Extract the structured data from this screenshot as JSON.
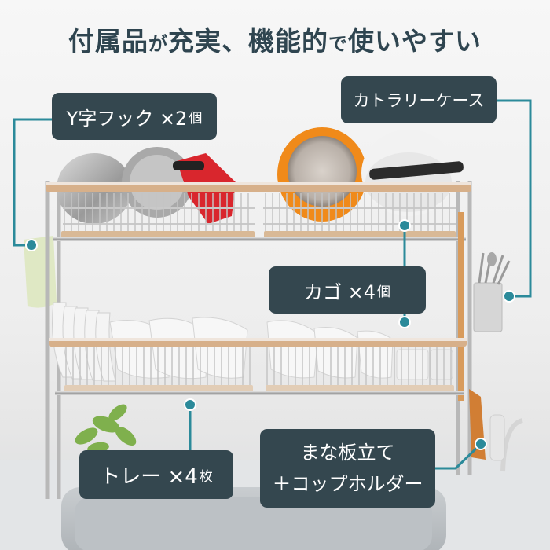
{
  "headline": {
    "part1": "付属品",
    "part2": "が",
    "part3": "充実、機能的",
    "part4": "で",
    "part5": "使いやすい"
  },
  "callouts": {
    "hook": {
      "label": "Y字フック ×2",
      "unit": "個"
    },
    "cutlery_case": {
      "label": "カトラリーケース"
    },
    "basket": {
      "label": "カゴ ×4",
      "unit": "個"
    },
    "tray": {
      "label": "トレー ×4",
      "unit": "枚"
    },
    "board_stand": {
      "line1": "まな板立て",
      "line2": "＋コップホルダー"
    }
  },
  "colors": {
    "callout_bg": "#34474f",
    "connector": "#2b8a9a",
    "headline": "#2f4550",
    "pan_orange": "#f08a1a",
    "accent_red": "#d9262d"
  }
}
